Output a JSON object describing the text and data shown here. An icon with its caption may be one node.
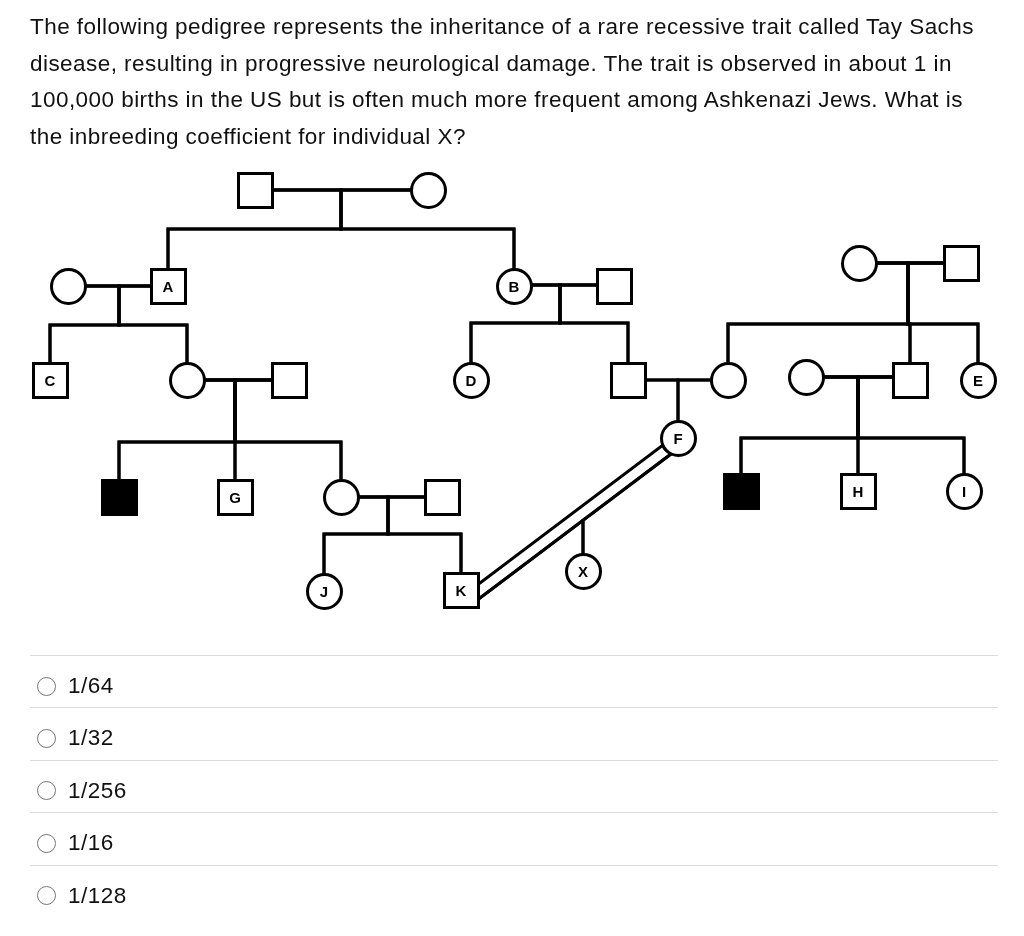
{
  "diagram": {
    "title": "The following pedigree represents the inheritance of a rare recessive trait called Tay Sachs disease, resulting in progressive neurological damage. The trait is observed in about 1 in 100,000 births in the US but is often much more frequent among Ashkenazi Jews. What is the inbreeding coefficient for individual X?",
    "nodes": [
      {
        "text": [],
        "shape": "box"
      },
      {
        "text": [],
        "shape": "circle"
      },
      {
        "text": [],
        "shape": "circle"
      },
      {
        "text": [
          "A"
        ]
      },
      {
        "text": [
          "B"
        ]
      },
      {
        "text": [],
        "shape": "box"
      },
      {
        "text": [],
        "shape": "circle"
      },
      {
        "text": [],
        "shape": "box"
      },
      {
        "text": [
          "C"
        ]
      },
      {
        "text": [],
        "shape": "circle"
      },
      {
        "text": [],
        "shape": "box"
      },
      {
        "text": [
          "D"
        ]
      },
      {
        "text": [],
        "shape": "box"
      },
      {
        "text": [],
        "shape": "circle"
      },
      {
        "text": [],
        "shape": "circle"
      },
      {
        "text": [],
        "shape": "box"
      },
      {
        "text": [
          "E"
        ]
      },
      {
        "text": [
          "F"
        ]
      },
      {
        "text": [],
        "shape": "box"
      },
      {
        "text": [
          "G"
        ]
      },
      {
        "text": [],
        "shape": "circle"
      },
      {
        "text": [],
        "shape": "box"
      },
      {
        "text": [],
        "shape": "box"
      },
      {
        "text": [
          "H"
        ]
      },
      {
        "text": [
          "I"
        ]
      },
      {
        "text": [
          "J"
        ]
      },
      {
        "text": [
          "K"
        ]
      },
      {
        "text": [
          "X"
        ]
      }
    ],
    "edges": [
      {
        "from": 0,
        "to": 1,
        "arrow": "none"
      },
      {
        "from": 0,
        "to": 3,
        "arrow": "none"
      },
      {
        "from": 1,
        "to": 3,
        "arrow": "none"
      },
      {
        "from": 0,
        "to": 4,
        "arrow": "none"
      },
      {
        "from": 1,
        "to": 4,
        "arrow": "none"
      },
      {
        "from": 2,
        "to": 3,
        "arrow": "none"
      },
      {
        "from": 2,
        "to": 8,
        "arrow": "none"
      },
      {
        "from": 3,
        "to": 8,
        "arrow": "none"
      },
      {
        "from": 2,
        "to": 9,
        "arrow": "none"
      },
      {
        "from": 3,
        "to": 9,
        "arrow": "none"
      },
      {
        "from": 4,
        "to": 5,
        "arrow": "none"
      },
      {
        "from": 4,
        "to": 11,
        "arrow": "none"
      },
      {
        "from": 5,
        "to": 11,
        "arrow": "none"
      },
      {
        "from": 4,
        "to": 12,
        "arrow": "none"
      },
      {
        "from": 5,
        "to": 12,
        "arrow": "none"
      },
      {
        "from": 6,
        "to": 7,
        "arrow": "none"
      },
      {
        "from": 6,
        "to": 13,
        "arrow": "none"
      },
      {
        "from": 7,
        "to": 13,
        "arrow": "none"
      },
      {
        "from": 6,
        "to": 15,
        "arrow": "none"
      },
      {
        "from": 7,
        "to": 15,
        "arrow": "none"
      },
      {
        "from": 6,
        "to": 16,
        "arrow": "none"
      },
      {
        "from": 7,
        "to": 16,
        "arrow": "none"
      },
      {
        "from": 9,
        "to": 10,
        "arrow": "none"
      },
      {
        "from": 9,
        "to": 18,
        "arrow": "none"
      },
      {
        "from": 10,
        "to": 18,
        "arrow": "none"
      },
      {
        "from": 9,
        "to": 19,
        "arrow": "none"
      },
      {
        "from": 10,
        "to": 19,
        "arrow": "none"
      },
      {
        "from": 9,
        "to": 20,
        "arrow": "none"
      },
      {
        "from": 10,
        "to": 20,
        "arrow": "none"
      },
      {
        "from": 12,
        "to": 13,
        "arrow": "none"
      },
      {
        "from": 12,
        "to": 17,
        "arrow": "none"
      },
      {
        "from": 13,
        "to": 17,
        "arrow": "none"
      },
      {
        "from": 14,
        "to": 15,
        "arrow": "none"
      },
      {
        "from": 14,
        "to": 22,
        "arrow": "none"
      },
      {
        "from": 15,
        "to": 22,
        "arrow": "none"
      },
      {
        "from": 14,
        "to": 23,
        "arrow": "none"
      },
      {
        "from": 15,
        "to": 23,
        "arrow": "none"
      },
      {
        "from": 14,
        "to": 24,
        "arrow": "none"
      },
      {
        "from": 15,
        "to": 24,
        "arrow": "none"
      },
      {
        "from": 20,
        "to": 21,
        "arrow": "none"
      },
      {
        "from": 20,
        "to": 25,
        "arrow": "none"
      },
      {
        "from": 21,
        "to": 25,
        "arrow": "none"
      },
      {
        "from": 20,
        "to": 26,
        "arrow": "none"
      },
      {
        "from": 21,
        "to": 26,
        "arrow": "none"
      },
      {
        "from": 26,
        "to": 17,
        "arrow": "none"
      },
      {
        "from": 26,
        "to": 27,
        "arrow": "none"
      },
      {
        "from": 17,
        "to": 27,
        "arrow": "none"
      }
    ],
    "labels": [
      "1/64",
      "1/32",
      "1/256",
      "1/16",
      "1/128"
    ]
  }
}
